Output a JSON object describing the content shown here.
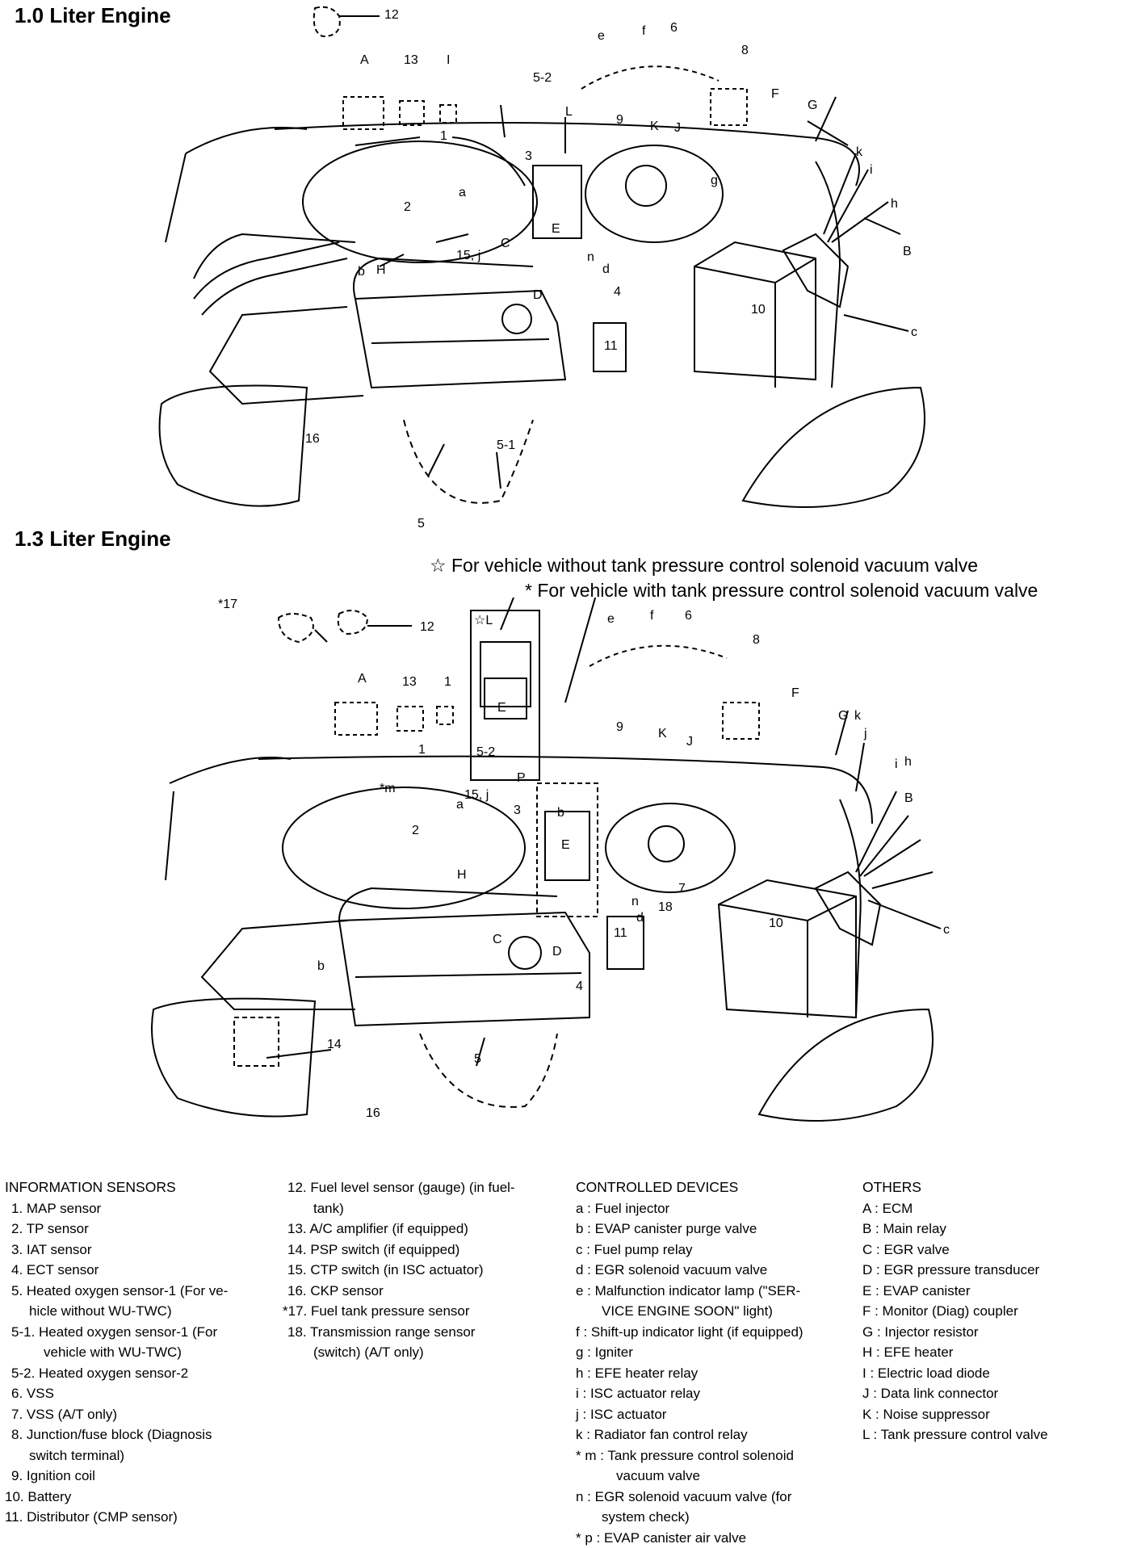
{
  "top": {
    "title": "1.0 Liter Engine",
    "callouts": [
      "12",
      "A",
      "13",
      "I",
      "5-2",
      "e",
      "f",
      "6",
      "8",
      "1",
      "3",
      "L",
      "9",
      "K",
      "J",
      "F",
      "G",
      "g",
      "k",
      "i",
      "h",
      "2",
      "a",
      "15, j",
      "E",
      "B",
      "b",
      "H",
      "C",
      "D",
      "n",
      "d",
      "4",
      "10",
      "c",
      "11",
      "16",
      "5-1",
      "5"
    ]
  },
  "bottom": {
    "title": "1.3 Liter Engine",
    "note_star": "☆ For vehicle without tank pressure control solenoid vacuum valve",
    "note_asterisk": "* For vehicle with tank pressure control solenoid vacuum valve",
    "callouts": [
      "*17",
      "12",
      "☆L",
      "E",
      "e",
      "f",
      "6",
      "8",
      "A",
      "13",
      "1",
      "9",
      "K",
      "J",
      "F",
      "G",
      "k",
      "j",
      "h",
      "1",
      "5-2",
      "P",
      "*m",
      "15, j",
      "3",
      "2",
      "a",
      "b",
      "E",
      "H",
      "i",
      "B",
      "C",
      "D",
      "7",
      "n",
      "d",
      "18",
      "10",
      "c",
      "b",
      "4",
      "11",
      "14",
      "5",
      "16"
    ]
  },
  "legend": {
    "info": {
      "heading": "INFORMATION SENSORS",
      "items": [
        "1. MAP sensor",
        "2. TP sensor",
        "3. IAT sensor",
        "4. ECT sensor",
        "5. Heated oxygen sensor-1 (For ve-",
        "hicle without WU-TWC)",
        "5-1. Heated oxygen sensor-1 (For",
        "vehicle with WU-TWC)",
        "5-2. Heated oxygen sensor-2",
        "6. VSS",
        "7. VSS (A/T only)",
        "8. Junction/fuse block (Diagnosis",
        "switch terminal)",
        "9. Ignition coil",
        "10. Battery",
        "11. Distributor (CMP sensor)"
      ]
    },
    "info2": {
      "items": [
        "12. Fuel level sensor (gauge) (in fuel-",
        "tank)",
        "13. A/C amplifier (if equipped)",
        "14. PSP switch (if equipped)",
        "15. CTP switch (in ISC actuator)",
        "16. CKP sensor",
        "*17. Fuel tank pressure sensor",
        "18. Transmission range sensor",
        "(switch) (A/T only)"
      ]
    },
    "controlled": {
      "heading": "CONTROLLED DEVICES",
      "items": [
        "a : Fuel injector",
        "b : EVAP canister purge valve",
        "c : Fuel pump relay",
        "d : EGR solenoid vacuum valve",
        "e : Malfunction indicator lamp (\"SER-",
        "VICE ENGINE SOON\" light)",
        "f : Shift-up indicator light (if equipped)",
        "g : Igniter",
        "h : EFE heater relay",
        "i : ISC actuator relay",
        "j : ISC actuator",
        "k : Radiator fan control relay",
        "* m : Tank pressure control solenoid",
        "vacuum valve",
        "n : EGR solenoid vacuum valve (for",
        "system check)",
        "* p : EVAP canister air valve"
      ]
    },
    "others": {
      "heading": "OTHERS",
      "items": [
        "A : ECM",
        "B : Main relay",
        "C : EGR valve",
        "D : EGR pressure transducer",
        "E : EVAP canister",
        "F : Monitor (Diag) coupler",
        "G : Injector resistor",
        "H : EFE heater",
        "I : Electric load diode",
        "J : Data link connector",
        "K : Noise suppressor",
        "L : Tank pressure control valve"
      ]
    }
  }
}
